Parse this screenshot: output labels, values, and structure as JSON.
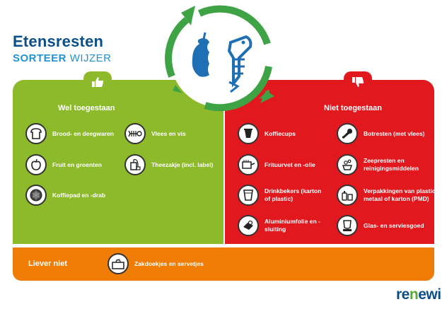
{
  "header": {
    "title": "Etensresten",
    "subtitle_strong": "SORTEER",
    "subtitle_light": "WIJZER"
  },
  "allowed": {
    "heading": "Wel toegestaan",
    "items": [
      {
        "label": "Brood- en deegwaren",
        "icon": "bread-icon"
      },
      {
        "label": "Vlees en vis",
        "icon": "fish-bone-icon"
      },
      {
        "label": "Fruit en groenten",
        "icon": "apple-icon"
      },
      {
        "label": "Theezakje (incl. label)",
        "icon": "tea-bag-icon"
      },
      {
        "label": "Koffiepad en -drab",
        "icon": "coffee-pad-icon"
      }
    ]
  },
  "not_allowed": {
    "heading": "Niet toegestaan",
    "items": [
      {
        "label": "Koffiecups",
        "icon": "coffee-cup-icon"
      },
      {
        "label": "Botresten (met vlees)",
        "icon": "bone-icon"
      },
      {
        "label": "Frituurvet en -olie",
        "icon": "fryer-icon"
      },
      {
        "label": "Zeepresten en reinigingsmiddelen",
        "icon": "soap-icon"
      },
      {
        "label": "Drinkbekers (karton of plastic)",
        "icon": "drinking-cup-icon"
      },
      {
        "label": "Verpakkingen van plastic, metaal of karton (PMD)",
        "icon": "packaging-icon"
      },
      {
        "label": "Aluminiumfolie en -sluiting",
        "icon": "foil-icon"
      },
      {
        "label": "Glas- en serviesgoed",
        "icon": "glass-icon"
      }
    ]
  },
  "rather_not": {
    "heading": "Liever niet",
    "items": [
      {
        "label": "Zakdoekjes en servetjes",
        "icon": "tissue-box-icon"
      }
    ]
  },
  "logo": {
    "part1": "re",
    "part2": "n",
    "part3": "ewi"
  },
  "colors": {
    "green": "#8cba2a",
    "red": "#e2181f",
    "orange": "#ef7d05",
    "navy": "#0b4f8a",
    "blue": "#1f93d3"
  }
}
